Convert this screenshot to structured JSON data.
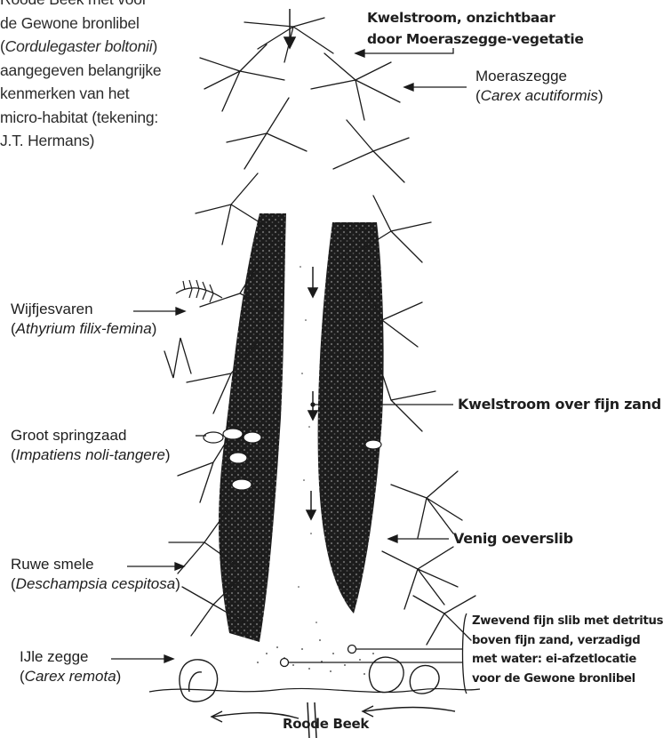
{
  "caption": {
    "line1": "Roode Beek met voor",
    "line2": "de Gewone bronlibel",
    "line3_italic": "Cordulegaster boltonii",
    "line4": "aangegeven belangrijke",
    "line5": "kenmerken van het",
    "line6": "micro-habitat (tekening:",
    "line7": "J.T. Hermans)"
  },
  "labels": {
    "kwelstroom_top": {
      "line1": "Kwelstroom, onzichtbaar",
      "line2": "door Moeraszegge-vegetatie"
    },
    "moeraszegge": {
      "name": "Moeraszegge",
      "latin": "Carex acutiformis"
    },
    "wijfjesvaren": {
      "name": "Wijfjesvaren",
      "latin": "Athyrium filix-femina"
    },
    "groot_springzaad": {
      "name": "Groot springzaad",
      "latin": "Impatiens noli-tangere"
    },
    "kwelstroom_zand": "Kwelstroom over fijn zand",
    "venig_oeverslib": "Venig oeverslib",
    "ruwe_smele": {
      "name": "Ruwe smele",
      "latin": "Deschampsia cespitosa"
    },
    "ijle_zegge": {
      "name": "IJle zegge",
      "latin": "Carex remota"
    },
    "zwevend": {
      "line1": "Zwevend fijn slib met detritus",
      "line2": "boven fijn zand, verzadigd",
      "line3": "met water: ei-afzetlocatie",
      "line4": "voor de Gewone bronlibel"
    },
    "roode_beek": "Roode Beek"
  },
  "colors": {
    "ink": "#1a1a1a",
    "caption_text": "#2b2b2b",
    "background": "#ffffff"
  }
}
